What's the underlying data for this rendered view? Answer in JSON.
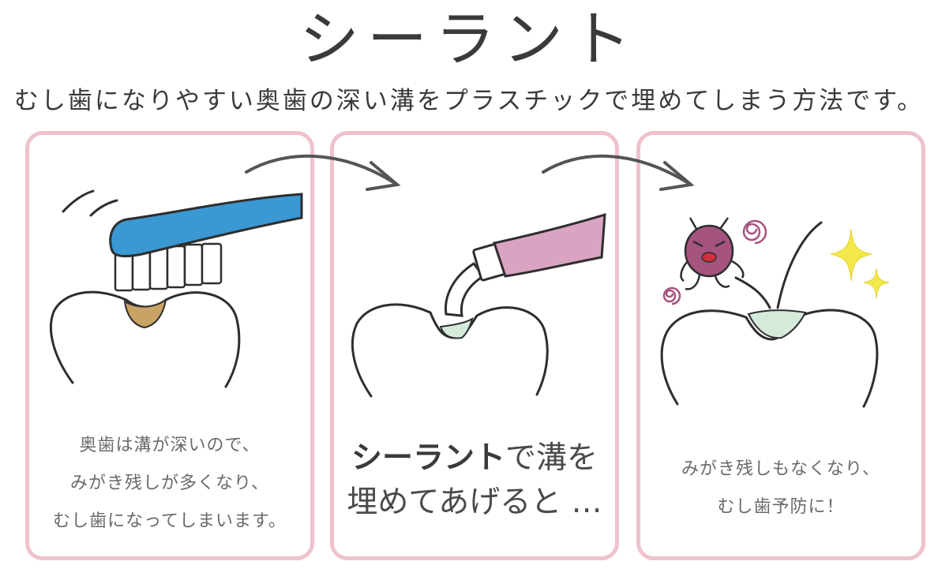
{
  "title": "シーラント",
  "subtitle": "むし歯になりやすい奥歯の深い溝をプラスチックで埋めてしまう方法です。",
  "panels": [
    {
      "lines": [
        "奥歯は溝が深いので、",
        "みがき残しが多くなり、",
        "むし歯になってしまいます。"
      ]
    },
    {
      "strong": "シーラント",
      "line1_rest": "で溝を",
      "line2": "埋めてあげると …"
    },
    {
      "lines": [
        "みがき残しもなくなり、",
        "むし歯予防に！"
      ]
    }
  ],
  "colors": {
    "border": "#efc2cc",
    "brush": "#3a98d3",
    "tube": "#d9a3c2",
    "plaque": "#c9a266",
    "sealant": "#d4ebdc",
    "sparkle": "#f2e84a",
    "germ": "#a5537f"
  }
}
